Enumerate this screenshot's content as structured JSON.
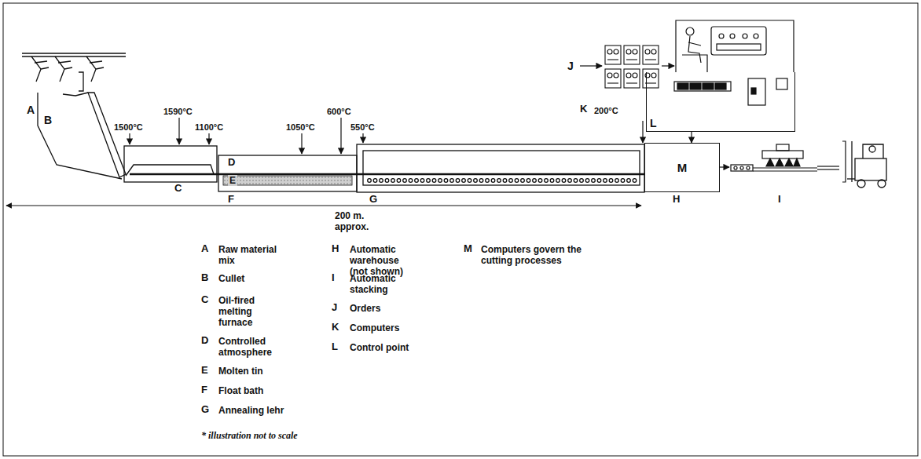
{
  "diagram": {
    "nodes": [
      {
        "text": [
          "L"
        ]
      },
      {
        "text": [
          "M"
        ]
      }
    ],
    "edges": [
      {
        "from": 0,
        "to": 1,
        "arrow": "to"
      }
    ],
    "labels": [
      "A",
      "B",
      "1500°C",
      "1590°C",
      "1100°C",
      "C",
      "D",
      "E",
      "F",
      "1050°C",
      "600°C",
      "550°C",
      "G",
      "200 m.",
      "approx.",
      "J",
      "K",
      "200°C",
      "H",
      "I",
      "A",
      "Raw material mix",
      "B",
      "Cullet",
      "C",
      "Oil-fired melting furnace",
      "D",
      "Controlled atmosphere",
      "E",
      "Molten tin",
      "F",
      "Float bath",
      "G",
      "Annealing lehr",
      "* illustration not to scale",
      "H",
      "Automatic warehouse (not shown)",
      "I",
      "Automatic stacking",
      "J",
      "Orders",
      "K",
      "Computers",
      "L",
      "Control point",
      "M",
      "Computers govern the cutting processes"
    ]
  }
}
